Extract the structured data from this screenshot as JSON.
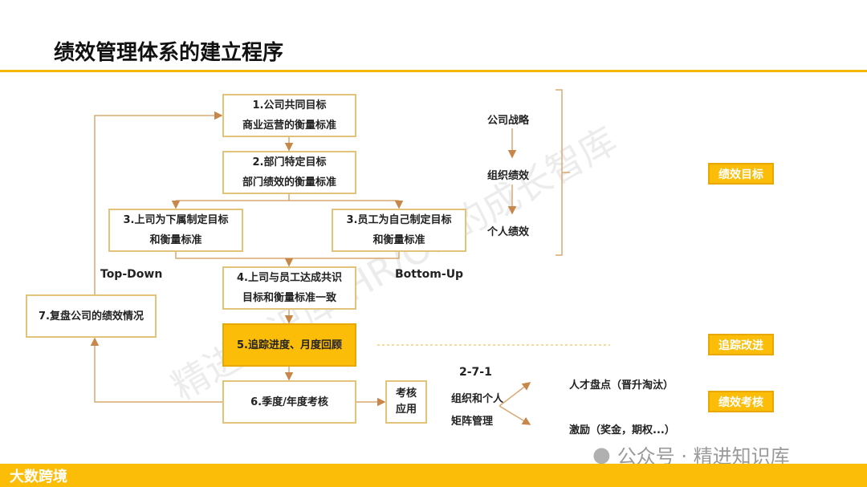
{
  "title": "绩效管理体系的建立程序",
  "boxes": {
    "b1": {
      "line1": "1.公司共同目标",
      "line2": "商业运营的衡量标准"
    },
    "b2": {
      "line1": "2.部门特定目标",
      "line2": "部门绩效的衡量标准"
    },
    "b3l": {
      "line1": "3.上司为下属制定目标",
      "line2": "和衡量标准"
    },
    "b3r": {
      "line1": "3.员工为自己制定目标",
      "line2": "和衡量标准"
    },
    "b4": {
      "line1": "4.上司与员工达成共识",
      "line2": "目标和衡量标准一致"
    },
    "b5": {
      "line1": "5.追踪进度、月度回顾"
    },
    "b6": {
      "line1": "6.季度/年度考核"
    },
    "b7": {
      "line1": "7.复盘公司的绩效情况"
    },
    "kaohe": {
      "line1": "考核",
      "line2": "应用"
    }
  },
  "labels": {
    "top_down": "Top-Down",
    "bottom_up": "Bottom-Up"
  },
  "hierarchy": [
    "公司战略",
    "组织绩效",
    "个人绩效"
  ],
  "matrix": {
    "ratio": "2-7-1",
    "line1": "组织和个人",
    "line2": "矩阵管理"
  },
  "outcomes": [
    "人才盘点（晋升淘汰）",
    "激励（奖金，期权...）"
  ],
  "tags": [
    "绩效目标",
    "追踪改进",
    "绩效考核"
  ],
  "watermark": "精进知识库-HR/OD的成长智库",
  "wechat": "公众号 · 精进知识库",
  "logo": "大数跨境",
  "colors": {
    "accent": "#fbbd08",
    "arrow": "#c8874a",
    "border": "#e3c27a"
  }
}
